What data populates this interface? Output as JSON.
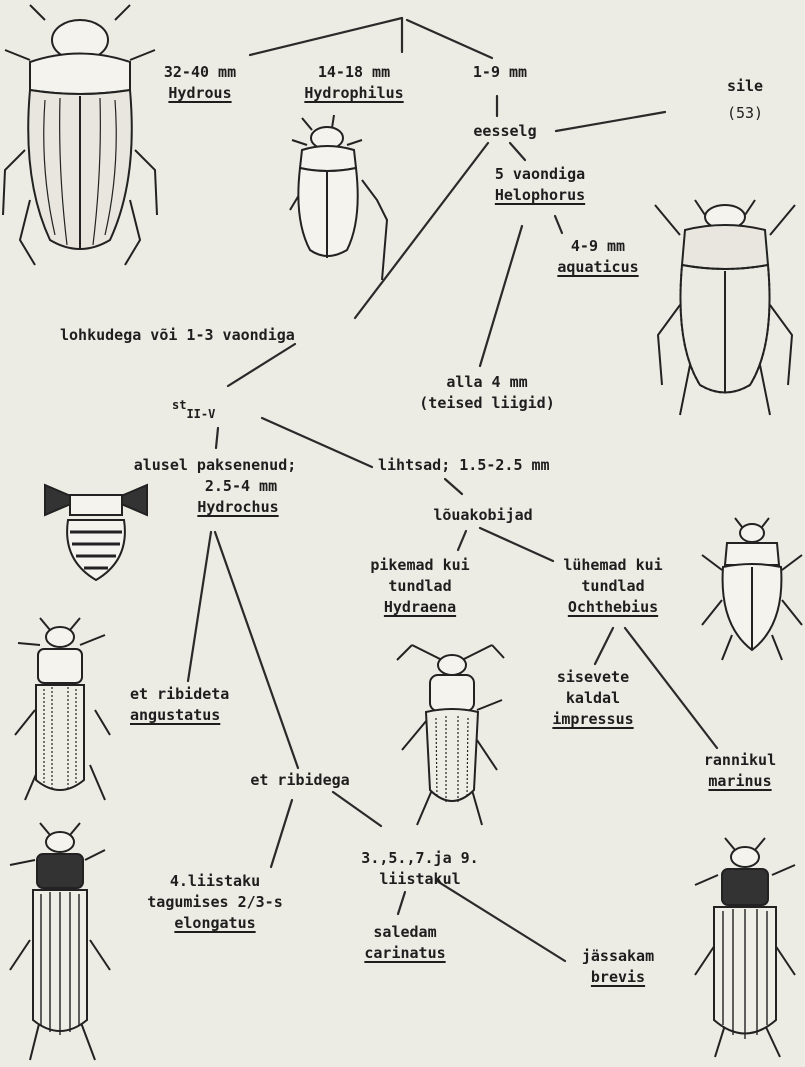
{
  "root": {
    "hydrous": {
      "size": "32-40 mm",
      "genus": "Hydrous"
    },
    "hydrophilus": {
      "size": "14-18 mm",
      "genus": "Hydrophilus"
    },
    "small": {
      "size": "1-9 mm"
    }
  },
  "eesselg": {
    "label": "eesselg",
    "sile": "sile",
    "sile_ref": "(53)",
    "vaondiga_5": "5 vaondiga",
    "helophorus": "Helophorus",
    "aquaticus_size": "4-9 mm",
    "aquaticus": "aquaticus",
    "lohkudega": "lohkudega või 1-3 vaondiga",
    "alla4": "alla 4 mm",
    "teised": "(teised liigid)"
  },
  "st": {
    "base": "st",
    "sub": "II-V",
    "alusel": "alusel paksenenud;",
    "hydrochus_size": "2.5-4 mm",
    "hydrochus": "Hydrochus",
    "lihtsad": "lihtsad; 1.5-2.5 mm"
  },
  "louakobijad": {
    "label": "lõuakobijad",
    "pikemad_1": "pikemad kui",
    "pikemad_2": "tundlad",
    "hydraena": "Hydraena",
    "luhemad_1": "lühemad kui",
    "luhemad_2": "tundlad",
    "ochthebius": "Ochthebius",
    "sisevete_1": "sisevete",
    "sisevete_2": "kaldal",
    "impressus": "impressus",
    "rannikul": "rannikul",
    "marinus": "marinus"
  },
  "hydrochus_species": {
    "ribideta": "et ribideta",
    "angustatus": "angustatus",
    "ribidega": "et ribidega",
    "liistaku_1": "4.liistaku",
    "liistaku_2": "tagumises 2/3-s",
    "elongatus": "elongatus",
    "liistakul_1": "3.,5.,7.ja 9.",
    "liistakul_2": "liistakul",
    "saledam": "saledam",
    "carinatus": "carinatus",
    "jassakam": "jässakam",
    "brevis": "brevis"
  }
}
